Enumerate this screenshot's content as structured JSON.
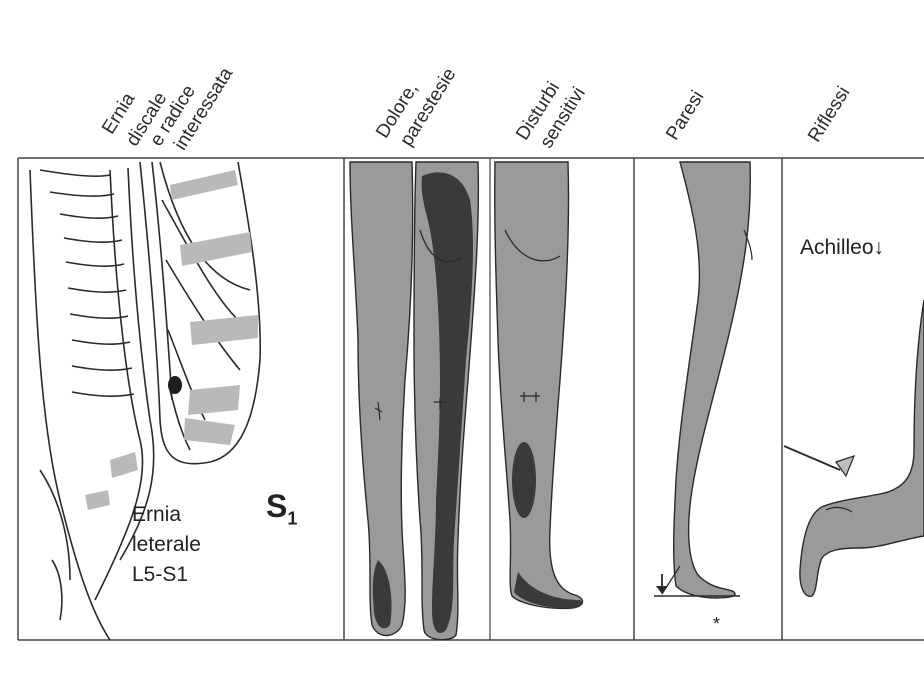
{
  "headers": {
    "hernia_line1": "Ernia",
    "hernia_line2": "discale",
    "hernia_line3": "e radice",
    "hernia_line4": "interessata",
    "pain_line1": "Dolore,",
    "pain_line2": "parestesie",
    "sensory_line1": "Disturbi",
    "sensory_line2": "sensitivi",
    "paresis": "Paresi",
    "reflexes": "Riflessi"
  },
  "root_label": "S",
  "root_label_sub": "1",
  "hernia_label_line1": "Ernia",
  "hernia_label_line2": "leterale",
  "hernia_label_line3": "L5-S1",
  "reflex_label": "Achilleo↓",
  "paresis_mark": "*",
  "colors": {
    "skin": "#9a9a9a",
    "pain_area": "#3a3a3a",
    "outline": "#2a2a2a",
    "bone_band": "#b9b9b9"
  }
}
